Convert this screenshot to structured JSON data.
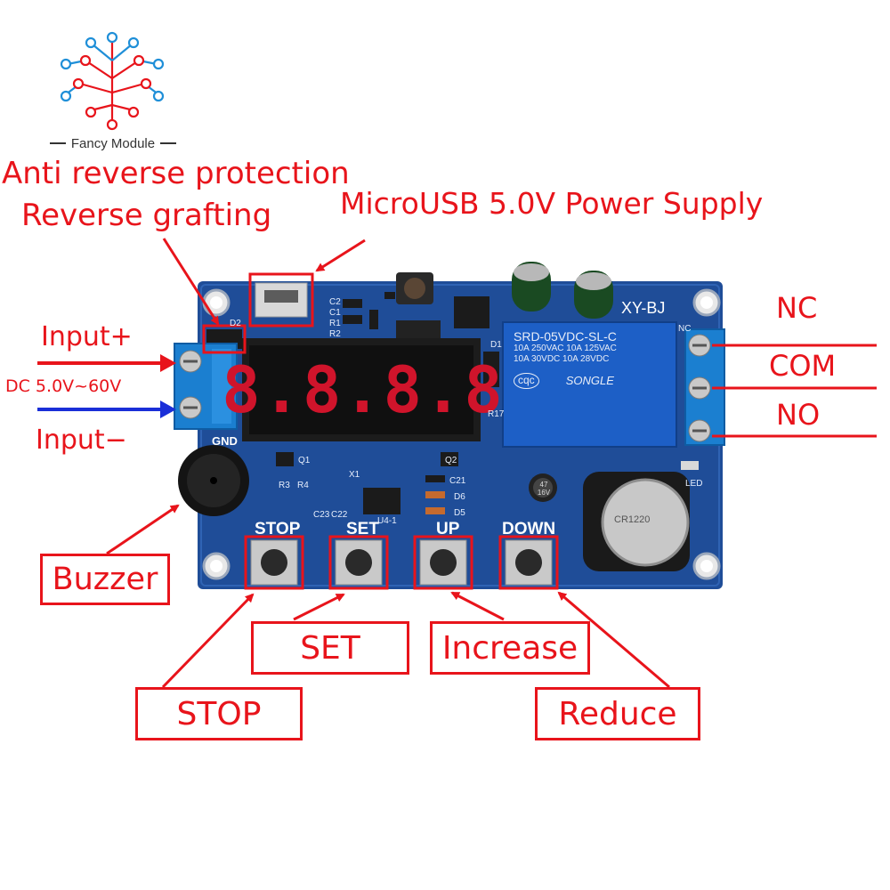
{
  "brand": {
    "name": "Fancy Module",
    "logo_icon": "circuit-tree-icon"
  },
  "colors": {
    "annotation_red": "#e8141b",
    "board_blue": "#1f4d98",
    "display_digit": "#d0142b",
    "input_arrow_red": "#e8141b",
    "input_arrow_blue": "#1a2fd8"
  },
  "annotations": {
    "anti_reverse": "Anti reverse protection",
    "reverse_grafting": "Reverse grafting",
    "microusb": "MicroUSB 5.0V Power Supply",
    "input_plus": "Input+",
    "dc_range": "DC 5.0V~60V",
    "input_minus": "Input−",
    "buzzer": "Buzzer",
    "set": "SET",
    "increase": "Increase",
    "stop": "STOP",
    "reduce": "Reduce",
    "nc": "NC",
    "com": "COM",
    "no": "NO"
  },
  "board": {
    "model": "XY-BJ",
    "display": "8.8.8.8",
    "gnd_label": "GND",
    "buttons": [
      "STOP",
      "SET",
      "UP",
      "DOWN"
    ],
    "relay": {
      "line1": "SRD-05VDC-SL-C",
      "line2": "10A 250VAC  10A 125VAC",
      "line3": "10A 30VDC  10A 28VDC",
      "brand": "SONGLE",
      "cert": "cqc"
    },
    "battery": "CR1220",
    "capacitor": "47 16V",
    "silkscreen": [
      "Q1",
      "Q2",
      "R3",
      "R4",
      "X1",
      "C21",
      "D1",
      "D5",
      "D6",
      "C22",
      "C23",
      "U4-1",
      "R17",
      "C2",
      "C1",
      "R1",
      "R2",
      "LED",
      "NC",
      "D2"
    ]
  }
}
